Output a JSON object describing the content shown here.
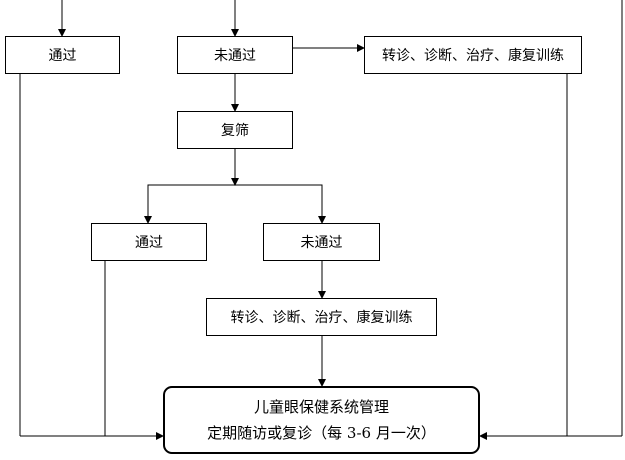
{
  "nodes": {
    "pass_top": "通过",
    "fail_top": "未通过",
    "referral_top": "转诊、诊断、治疗、康复训练",
    "rescreen": "复筛",
    "pass_second": "通过",
    "fail_second": "未通过",
    "referral_second": "转诊、诊断、治疗、康复训练",
    "final_line1": "儿童眼保健系统管理",
    "final_line2": "定期随访或复诊（每 3-6 月一次）"
  },
  "colors": {
    "stroke": "#000000",
    "background": "#ffffff"
  }
}
